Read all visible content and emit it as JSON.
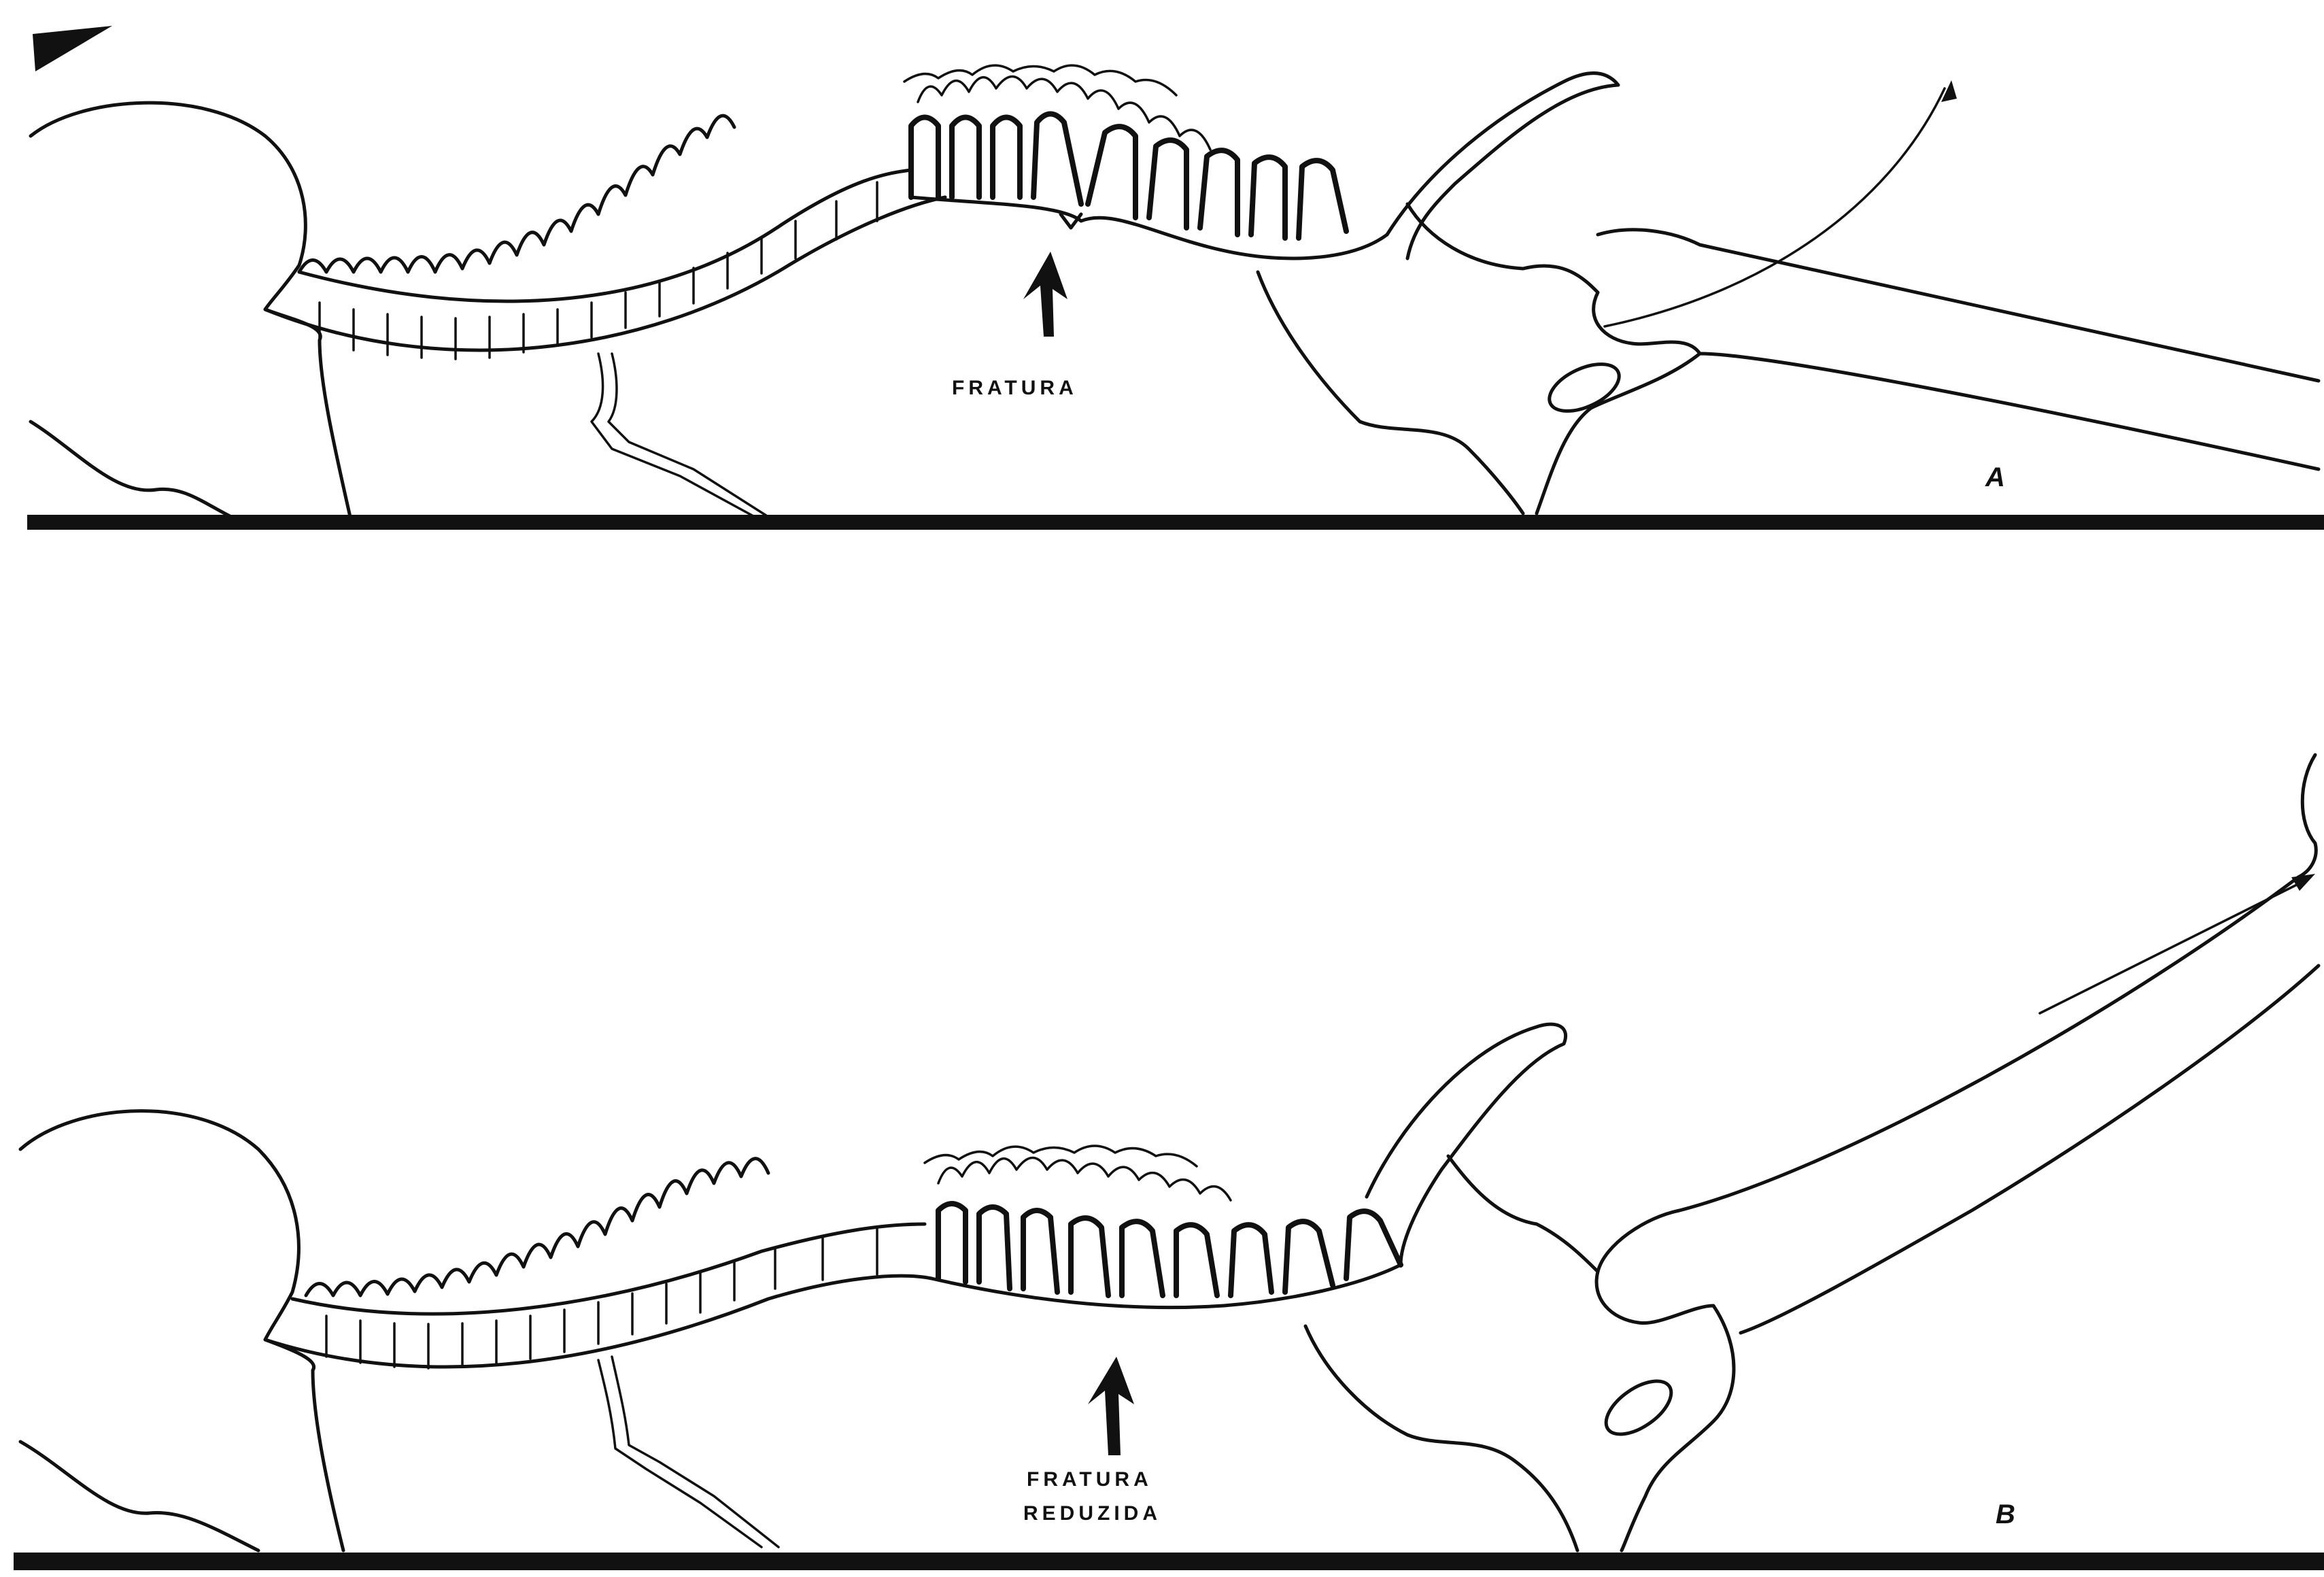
{
  "panels": [
    {
      "id": "A",
      "letter": "A",
      "caption_lines": [
        "FRATURA"
      ]
    },
    {
      "id": "B",
      "letter": "B",
      "caption_lines": [
        "FRATURA",
        "REDUZIDA"
      ]
    }
  ]
}
